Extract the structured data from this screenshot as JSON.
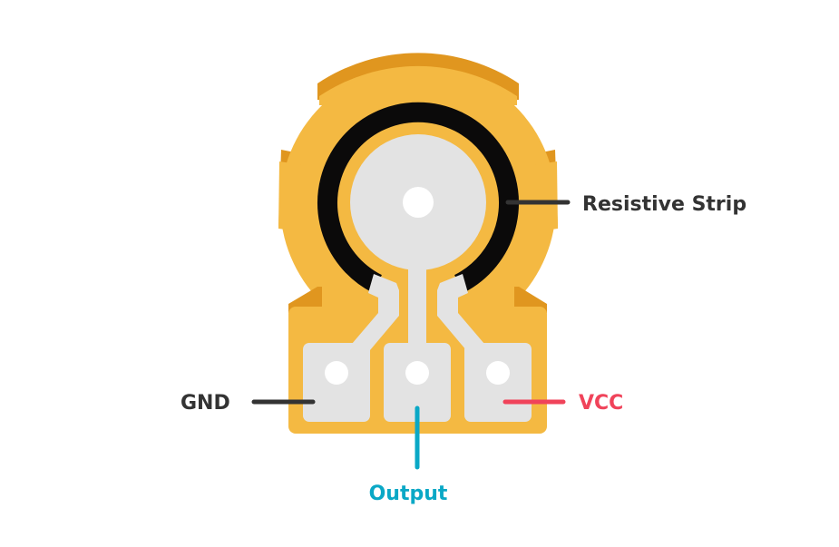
{
  "labels": {
    "resistive_strip": "Resistive Strip",
    "gnd": "GND",
    "vcc": "VCC",
    "output": "Output"
  },
  "colors": {
    "body": "#f4b942",
    "body_shadow": "#e0961f",
    "strip": "#0b0a0a",
    "contacts": "#e3e3e3",
    "label_dark": "#333333",
    "vcc": "#f0435a",
    "output": "#0aa8c6"
  }
}
